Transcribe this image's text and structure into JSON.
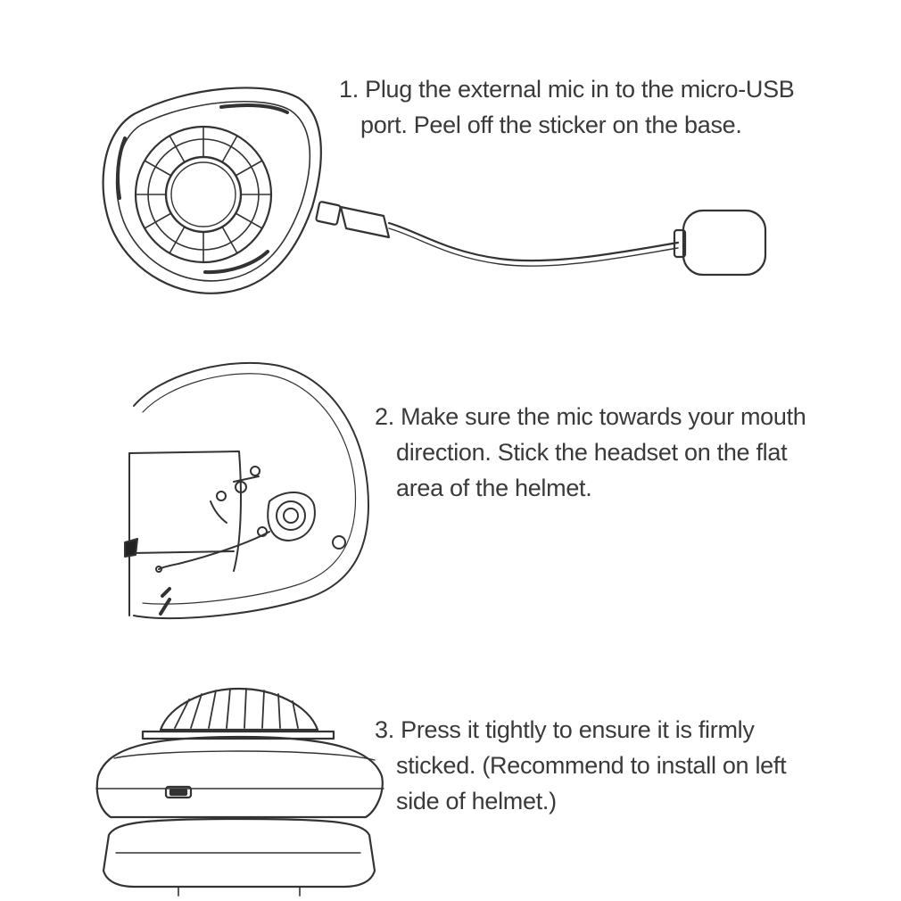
{
  "steps": [
    {
      "lines": [
        "1. Plug the external mic in to the micro-USB",
        "port. Peel off the sticker on the base."
      ]
    },
    {
      "lines": [
        "2. Make sure the mic towards your mouth",
        "direction. Stick the headset on the flat",
        "area of the helmet."
      ]
    },
    {
      "lines": [
        "3. Press it tightly to ensure it is firmly",
        "sticked. (Recommend to install on left",
        "side of helmet.)"
      ]
    }
  ],
  "illustrations": {
    "step1": "headset-with-mic-icon",
    "step2": "helmet-icon",
    "step3": "headset-side-icon"
  },
  "colors": {
    "text": "#3a3a3a",
    "line_art": "#333333"
  }
}
